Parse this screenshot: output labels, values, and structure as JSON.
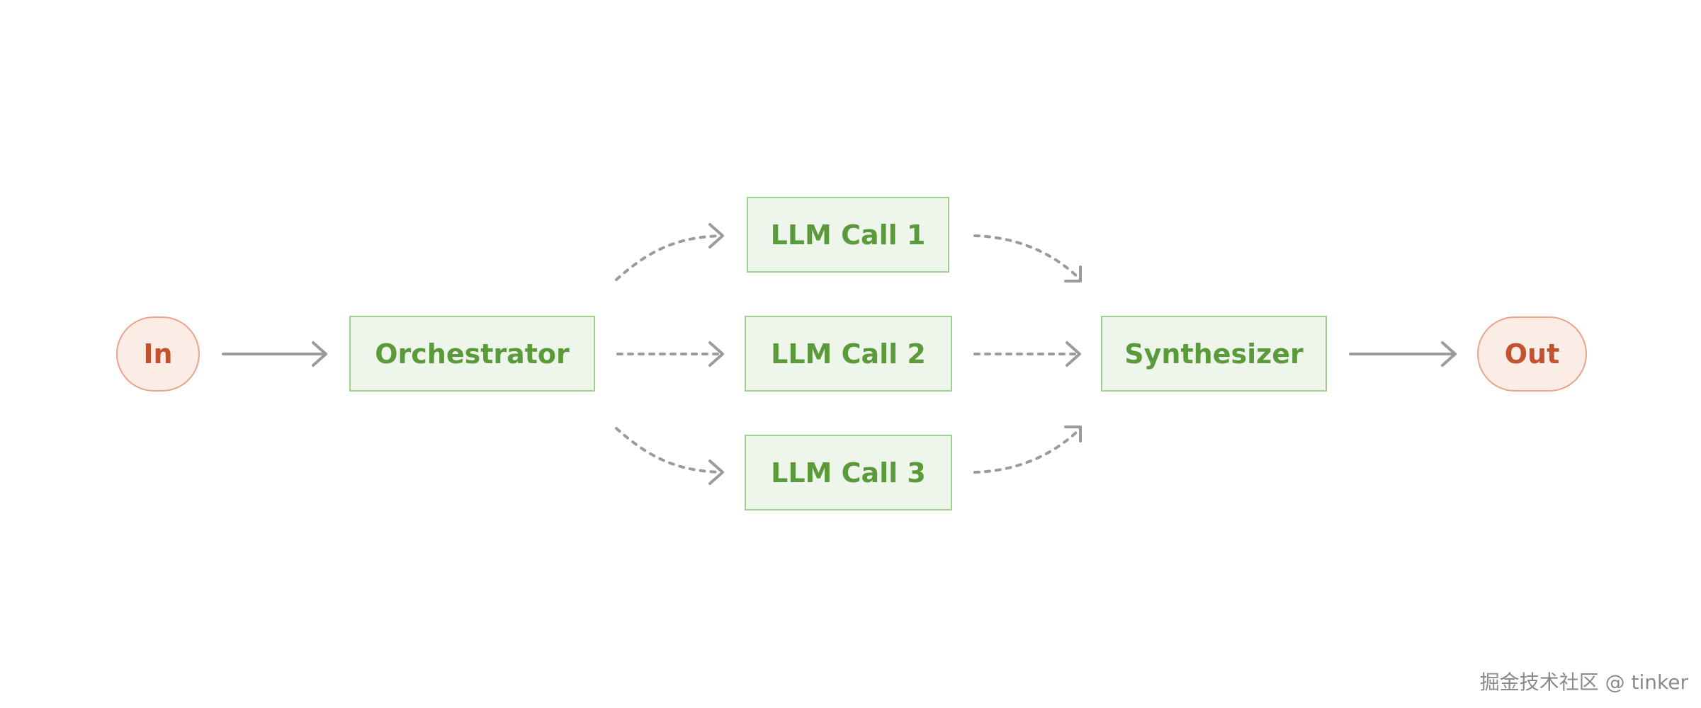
{
  "diagram": {
    "nodes": {
      "input": "In",
      "orchestrator": "Orchestrator",
      "llm_call_1": "LLM Call 1",
      "llm_call_2": "LLM Call 2",
      "llm_call_3": "LLM Call 3",
      "synthesizer": "Synthesizer",
      "output": "Out"
    },
    "edges": [
      {
        "from": "input",
        "to": "orchestrator",
        "style": "solid"
      },
      {
        "from": "orchestrator",
        "to": "llm_call_1",
        "style": "dotted"
      },
      {
        "from": "orchestrator",
        "to": "llm_call_2",
        "style": "dotted"
      },
      {
        "from": "orchestrator",
        "to": "llm_call_3",
        "style": "dotted"
      },
      {
        "from": "llm_call_1",
        "to": "synthesizer",
        "style": "dotted"
      },
      {
        "from": "llm_call_2",
        "to": "synthesizer",
        "style": "dotted"
      },
      {
        "from": "llm_call_3",
        "to": "synthesizer",
        "style": "dotted"
      },
      {
        "from": "synthesizer",
        "to": "output",
        "style": "solid"
      }
    ],
    "colors": {
      "task_fill": "#eef5ea",
      "task_border": "#9fd18e",
      "task_text": "#5a9a3a",
      "terminal_fill": "#fbece6",
      "terminal_border": "#e8a48c",
      "terminal_text": "#c3532e",
      "arrow": "#9b9b9b"
    }
  },
  "watermark": "掘金技术社区 @ tinker"
}
